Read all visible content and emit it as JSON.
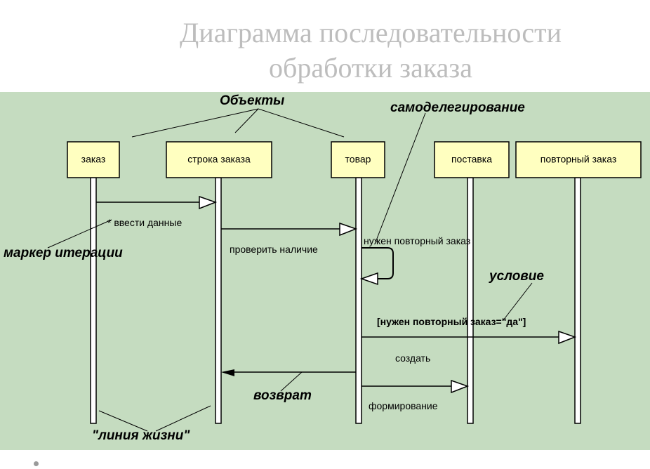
{
  "title": {
    "line1": "Диаграмма последовательности",
    "line2": "обработки заказа"
  },
  "objects": [
    {
      "id": "order",
      "label": "заказ"
    },
    {
      "id": "order-line",
      "label": "строка заказа"
    },
    {
      "id": "product",
      "label": "товар"
    },
    {
      "id": "delivery",
      "label": "поставка"
    },
    {
      "id": "reorder",
      "label": "повторный заказ"
    }
  ],
  "messages": {
    "enter_data": "* ввести данные",
    "check_availability": "проверить наличие",
    "need_reorder": "нужен повторный заказ",
    "guard": "[нужен повторный заказ=\"да\"]",
    "create": "создать",
    "forming": "формирование"
  },
  "annotations": {
    "objects": "Объекты",
    "self_delegation": "самоделегирование",
    "iteration_marker": "маркер итерации",
    "condition": "условие",
    "return": "возврат",
    "lifeline": "\"линия жизни\""
  },
  "colors": {
    "background": "#c5dcc0",
    "object_box": "#ffffc0",
    "title": "#bdbdbd"
  }
}
